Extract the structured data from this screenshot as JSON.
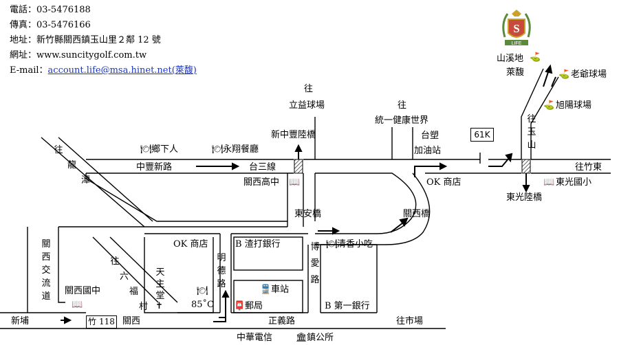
{
  "contact": {
    "phone": "電話：03-5476188",
    "fax": "傳真：03-5476166",
    "address": "地址：新竹縣關西鎮玉山里２鄰 12 號",
    "website": "網址：www.suncitygolf.com.tw",
    "email_prefix": "E-mail：",
    "email_link": "account.life@msa.hinet.net(萊馥)"
  },
  "logo": {
    "letter": "S",
    "text": "LIFE"
  },
  "places": {
    "shanxi": "山溪地",
    "laifu": "萊馥",
    "laoye": "老爺球場",
    "xuyang": "旭陽球場",
    "wang_yushan": [
      "往",
      "玉",
      "山"
    ],
    "wang_liyi": "往",
    "liyi": "立益球場",
    "wang_tongyi": "往",
    "tongyi": "統一健康世界",
    "xinzhongfeng": "新中豐陸橋",
    "taisu": "台塑",
    "gas_station": "加油站",
    "km": "61K",
    "wang_zhudong": "往竹東",
    "dongguang_school": "東光國小",
    "dongguang_bridge": "東光陸橋",
    "xiangxiaren": "鄉下人",
    "yongxiang": "永翔餐廳",
    "zhongfeng_rd": "中豐新路",
    "tai3": "台三線",
    "wang_longtan": [
      "往",
      "龍",
      "潭"
    ],
    "guanxi_high": "關西高中",
    "ok_east": "OK 商店",
    "dongan": "東安橋",
    "guanxi_bridge": "關西橋",
    "ok_west": "OK 商店",
    "scb_bank": "B 渣打銀行",
    "mingde": [
      "明",
      "德",
      "路"
    ],
    "boai": [
      "博",
      "愛",
      "路"
    ],
    "qingxiang": "清香小吃",
    "guanxi_jiaoliudao": [
      "關",
      "西",
      "交",
      "流",
      "道"
    ],
    "wang_liufu": [
      "往",
      "六",
      "福",
      "村"
    ],
    "church": [
      "天",
      "主",
      "堂"
    ],
    "guanxi_junior": "關西國中",
    "temp": "85˚C",
    "station": "車站",
    "post": "郵局",
    "first_bank": "B 第一銀行",
    "xinpu": "新埔",
    "zhu118": "竹 118",
    "guanxi": "關西",
    "zhengyi_rd": "正義路",
    "wang_market": "往市場",
    "cht": "中華電信",
    "town_office": "鎮公所"
  }
}
